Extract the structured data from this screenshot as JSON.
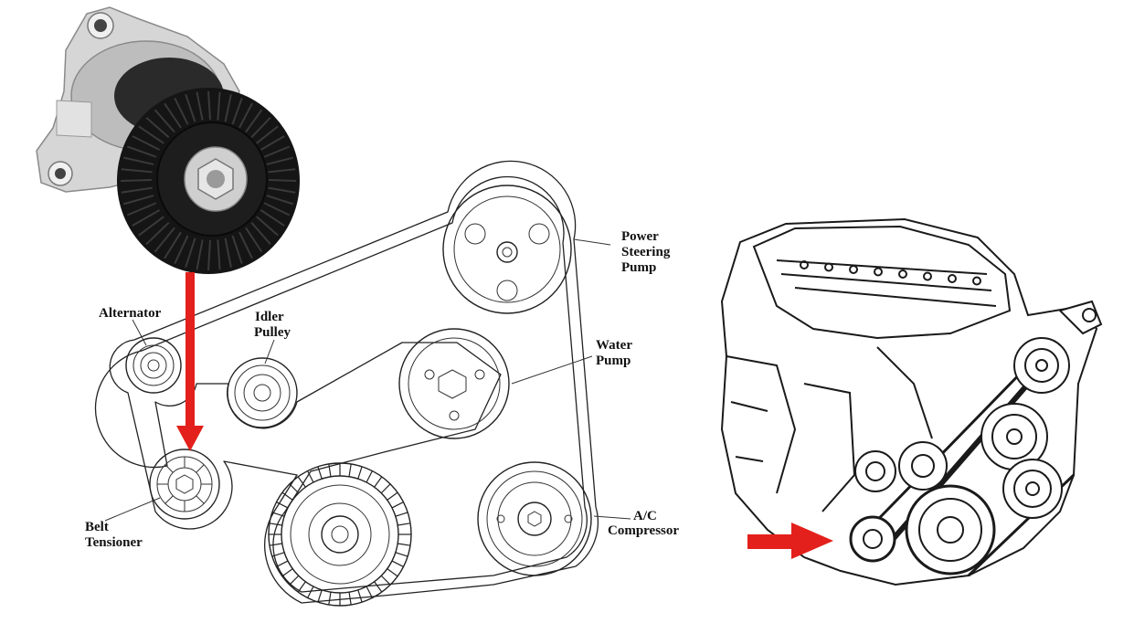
{
  "labels": {
    "alternator": "Alternator",
    "idler_line1": "Idler",
    "idler_line2": "Pulley",
    "power_line1": "Power",
    "power_line2": "Steering",
    "power_line3": "Pump",
    "water_line1": "Water",
    "water_line2": "Pump",
    "tensioner_line1": "Belt",
    "tensioner_line2": "Tensioner",
    "ac_line1": "A/C",
    "ac_line2": "Compressor"
  },
  "colors": {
    "arrow": "#e3201b",
    "ink": "#222222",
    "pulley_black": "#151515",
    "metal": "#c9c9c9"
  },
  "icons": {
    "tensioner_photo": "belt-tensioner-photo",
    "engine": "engine-line-drawing",
    "down_arrow": "red-arrow-down",
    "right_arrow": "red-arrow-right"
  }
}
